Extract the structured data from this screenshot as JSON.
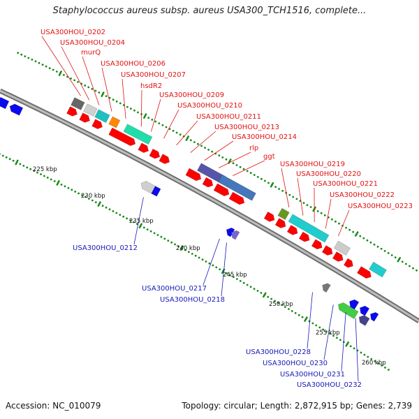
{
  "title": "Staphylococcus aureus subsp. aureus USA300_TCH1516, complete...",
  "footer": {
    "accession": "Accession: NC_010079",
    "summary": "Topology: circular; Length: 2,872,915 bp; Genes: 2,739"
  },
  "colors": {
    "plus_strand": "#ff0000",
    "minus_strand": "#0a0aee",
    "label_plus": "#e11111",
    "label_minus": "#1818b8",
    "backbone": "#8c8c8c",
    "tick_green": "#178a17"
  },
  "ticks": [
    "225 kbp",
    "230 kbp",
    "235 kbp",
    "240 kbp",
    "245 kbp",
    "250 kbp",
    "255 kbp",
    "260 kbp"
  ],
  "plus_strand_labels": [
    "USA300HOU_0202",
    "USA300HOU_0204",
    "murQ",
    "USA300HOU_0206",
    "USA300HOU_0207",
    "hsdR2",
    "USA300HOU_0209",
    "USA300HOU_0210",
    "USA300HOU_0211",
    "USA300HOU_0213",
    "USA300HOU_0214",
    "rlp",
    "ggt",
    "USA300HOU_0219",
    "USA300HOU_0220",
    "USA300HOU_0221",
    "USA300HOU_0222",
    "USA300HOU_0223"
  ],
  "minus_strand_labels": [
    "USA300HOU_0212",
    "USA300HOU_0217",
    "USA300HOU_0218",
    "USA300HOU_0228",
    "USA300HOU_0230",
    "USA300HOU_0231",
    "USA300HOU_0232"
  ]
}
